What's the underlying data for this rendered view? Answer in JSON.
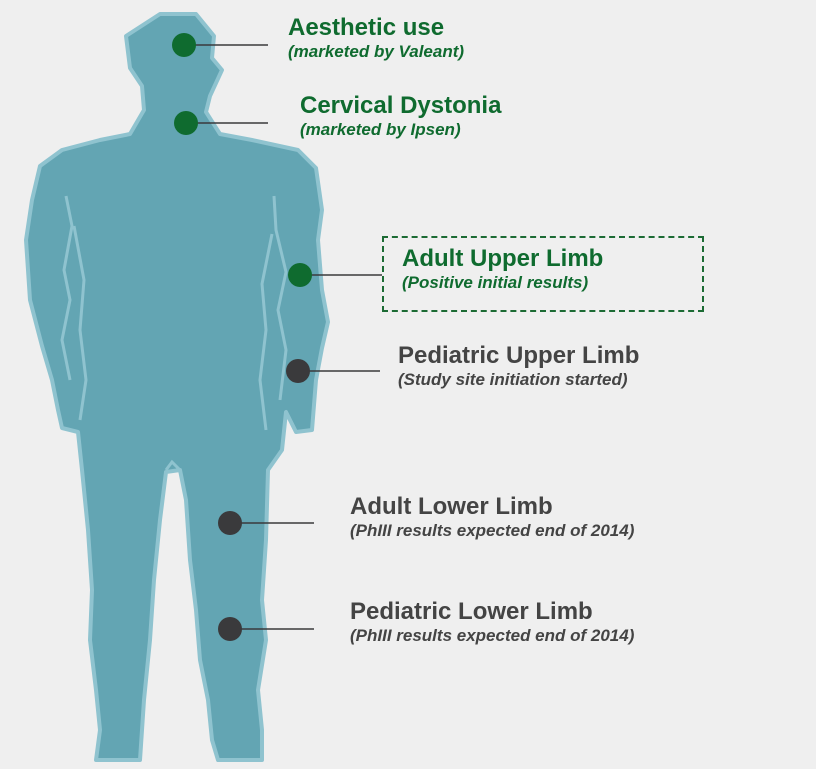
{
  "colors": {
    "background": "#efefef",
    "silhouette": "#63a5b3",
    "silhouette_edge": "#8fc3cf",
    "approved_dot": "#0f6b2f",
    "pipeline_dot": "#3a3a3c",
    "approved_text": "#0f6b2f",
    "pipeline_text": "#444444"
  },
  "indications": [
    {
      "title": "Aesthetic use",
      "subtitle": "(marketed by Valeant)",
      "status": "approved"
    },
    {
      "title": "Cervical Dystonia",
      "subtitle": "(marketed by Ipsen)",
      "status": "approved"
    },
    {
      "title": "Adult Upper Limb",
      "subtitle": "(Positive initial results)",
      "status": "highlighted"
    },
    {
      "title": "Pediatric Upper Limb",
      "subtitle": "(Study site initiation started)",
      "status": "pipeline"
    },
    {
      "title": "Adult Lower Limb",
      "subtitle": "(PhIII results expected end of 2014)",
      "status": "pipeline"
    },
    {
      "title": "Pediatric Lower Limb",
      "subtitle": "(PhIII results expected end of 2014)",
      "status": "pipeline"
    }
  ]
}
